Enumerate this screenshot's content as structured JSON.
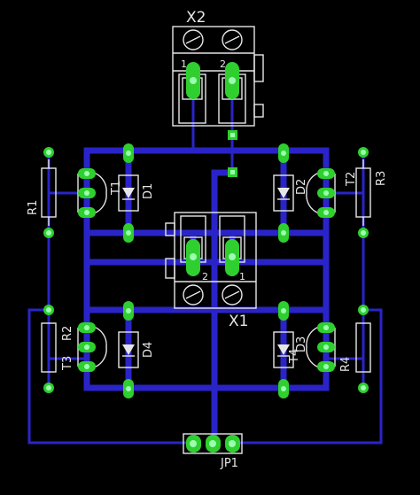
{
  "labels": {
    "x2": "X2",
    "x1": "X1",
    "jp1": "JP1",
    "x2_pin1": "1",
    "x2_pin2": "2",
    "x1_pin1": "1",
    "x1_pin2": "2",
    "r1": "R1",
    "r2": "R2",
    "r3": "R3",
    "r4": "R4",
    "t1": "T1",
    "t2": "T2",
    "t3": "T3",
    "t4": "T4",
    "d1": "D1",
    "d2": "D2",
    "d3": "D3",
    "d4": "D4"
  },
  "colors": {
    "background": "#000000",
    "trace": "#2a24c8",
    "pad": "#2fcf2f",
    "silkscreen": "#e6e6e6"
  }
}
